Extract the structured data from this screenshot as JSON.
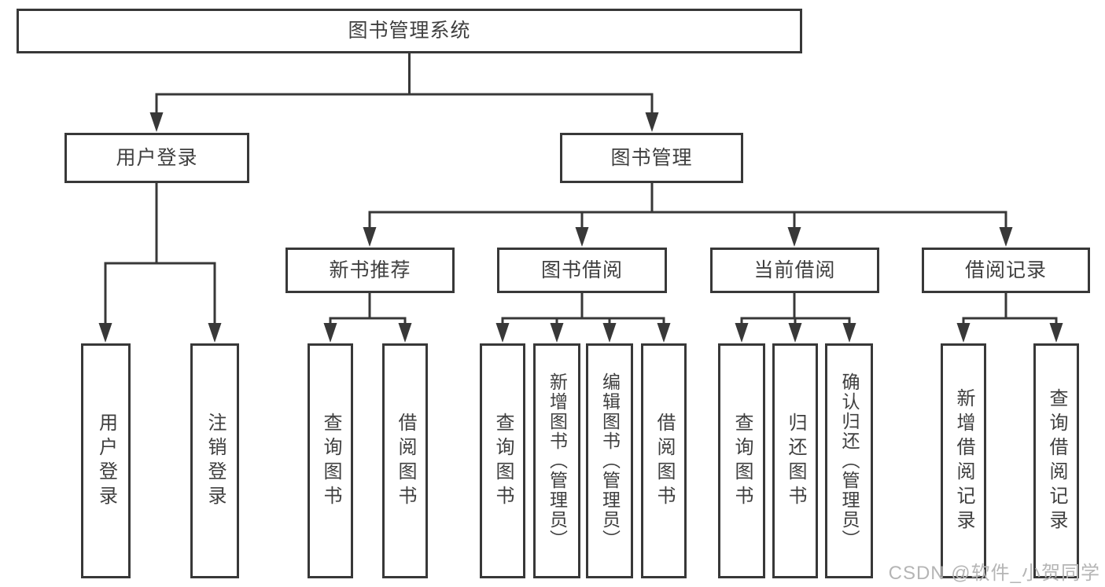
{
  "diagram_title": "图书管理系统",
  "nodes": {
    "root": {
      "label": "图书管理系统"
    },
    "user_login": {
      "label": "用户登录"
    },
    "book_mgmt": {
      "label": "图书管理"
    },
    "new_book_rec": {
      "label": "新书推荐"
    },
    "book_borrow": {
      "label": "图书借阅"
    },
    "current_borrow": {
      "label": "当前借阅"
    },
    "borrow_records": {
      "label": "借阅记录"
    },
    "leaf_user_login": {
      "label": "用户登录"
    },
    "leaf_logout": {
      "label": "注销登录"
    },
    "leaf_nb_query": {
      "label": "查询图书"
    },
    "leaf_nb_borrow": {
      "label": "借阅图书"
    },
    "leaf_bb_query": {
      "label": "查询图书"
    },
    "leaf_bb_add": {
      "label": "新增图书（管理员）"
    },
    "leaf_bb_edit": {
      "label": "编辑图书（管理员）"
    },
    "leaf_bb_borrow": {
      "label": "借阅图书"
    },
    "leaf_cb_query": {
      "label": "查询图书"
    },
    "leaf_cb_return": {
      "label": "归还图书"
    },
    "leaf_cb_confirm": {
      "label": "确认归还（管理员）"
    },
    "leaf_br_add": {
      "label": "新增借阅记录"
    },
    "leaf_br_query": {
      "label": "查询借阅记录"
    }
  },
  "hierarchy": {
    "图书管理系统": {
      "用户登录": [
        "用户登录",
        "注销登录"
      ],
      "图书管理": {
        "新书推荐": [
          "查询图书",
          "借阅图书"
        ],
        "图书借阅": [
          "查询图书",
          "新增图书（管理员）",
          "编辑图书（管理员）",
          "借阅图书"
        ],
        "当前借阅": [
          "查询图书",
          "归还图书",
          "确认归还（管理员）"
        ],
        "借阅记录": [
          "新增借阅记录",
          "查询借阅记录"
        ]
      }
    }
  },
  "watermark": "CSDN @软件_小贺同学",
  "colors": {
    "line": "#383838",
    "box_border": "#383838",
    "box_fill": "#ffffff",
    "text": "#3f3f3f",
    "watermark": "#b5b5b5",
    "background": "#ffffff"
  }
}
